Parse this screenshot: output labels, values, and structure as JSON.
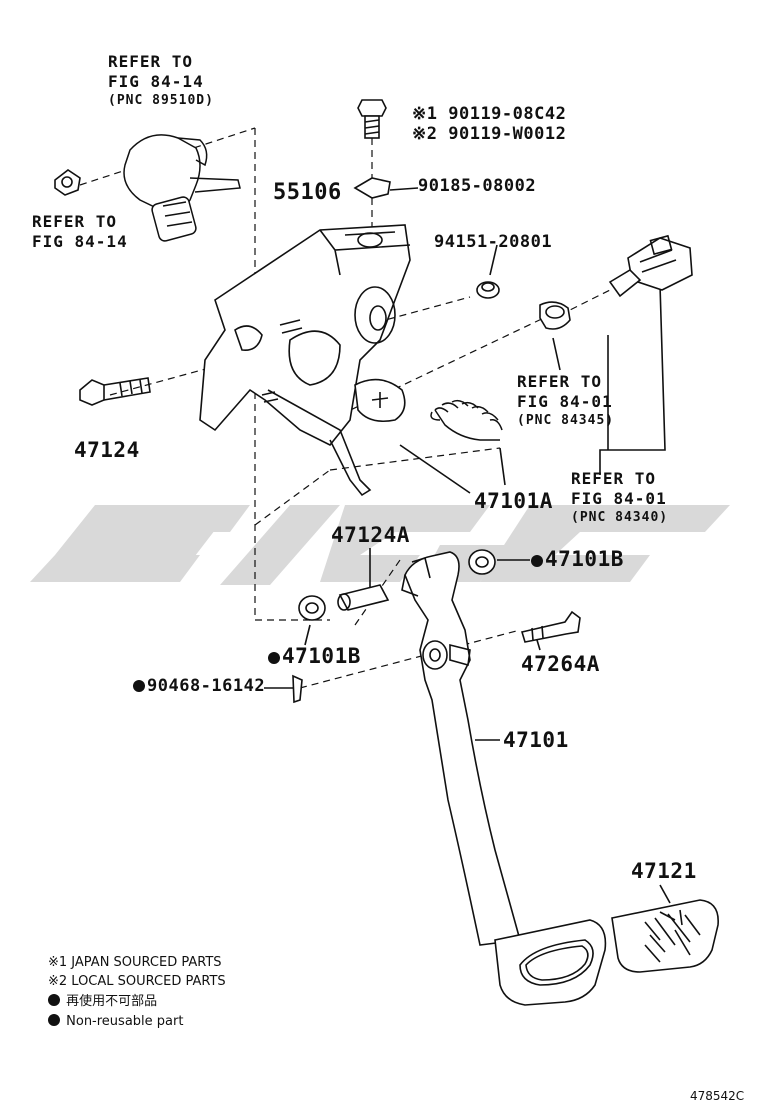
{
  "watermark": {
    "text": "CJGC",
    "color": "#d9d9d9"
  },
  "ink_color": "#111111",
  "refs": {
    "r1": {
      "l1": "REFER TO",
      "l2": "FIG 84-14",
      "l3": "(PNC 89510D)"
    },
    "r2": {
      "l1": "REFER TO",
      "l2": "FIG 84-14"
    },
    "r3": {
      "l1": "REFER TO",
      "l2": "FIG 84-01",
      "l3": "(PNC 84345)"
    },
    "r4": {
      "l1": "REFER TO",
      "l2": "FIG 84-01",
      "l3": "(PNC 84340)"
    }
  },
  "parts": {
    "p90119a": {
      "mark": "※1",
      "num": "90119-08C42"
    },
    "p90119b": {
      "mark": "※2",
      "num": "90119-W0012"
    },
    "p90185": "90185-08002",
    "p55106": "55106",
    "p94151": "94151-20801",
    "p47124": "47124",
    "p47101A": "47101A",
    "p47124A": "47124A",
    "p47101B_r": "47101B",
    "p47101B_l": "47101B",
    "p47264A": "47264A",
    "p90468": "90468-16142",
    "p47101": "47101",
    "p47121": "47121"
  },
  "legend": {
    "l1": "※1 JAPAN SOURCED PARTS",
    "l2": "※2 LOCAL SOURCED PARTS",
    "l3": "再使用不可部品",
    "l4": "Non-reusable part"
  },
  "code": "478542C"
}
